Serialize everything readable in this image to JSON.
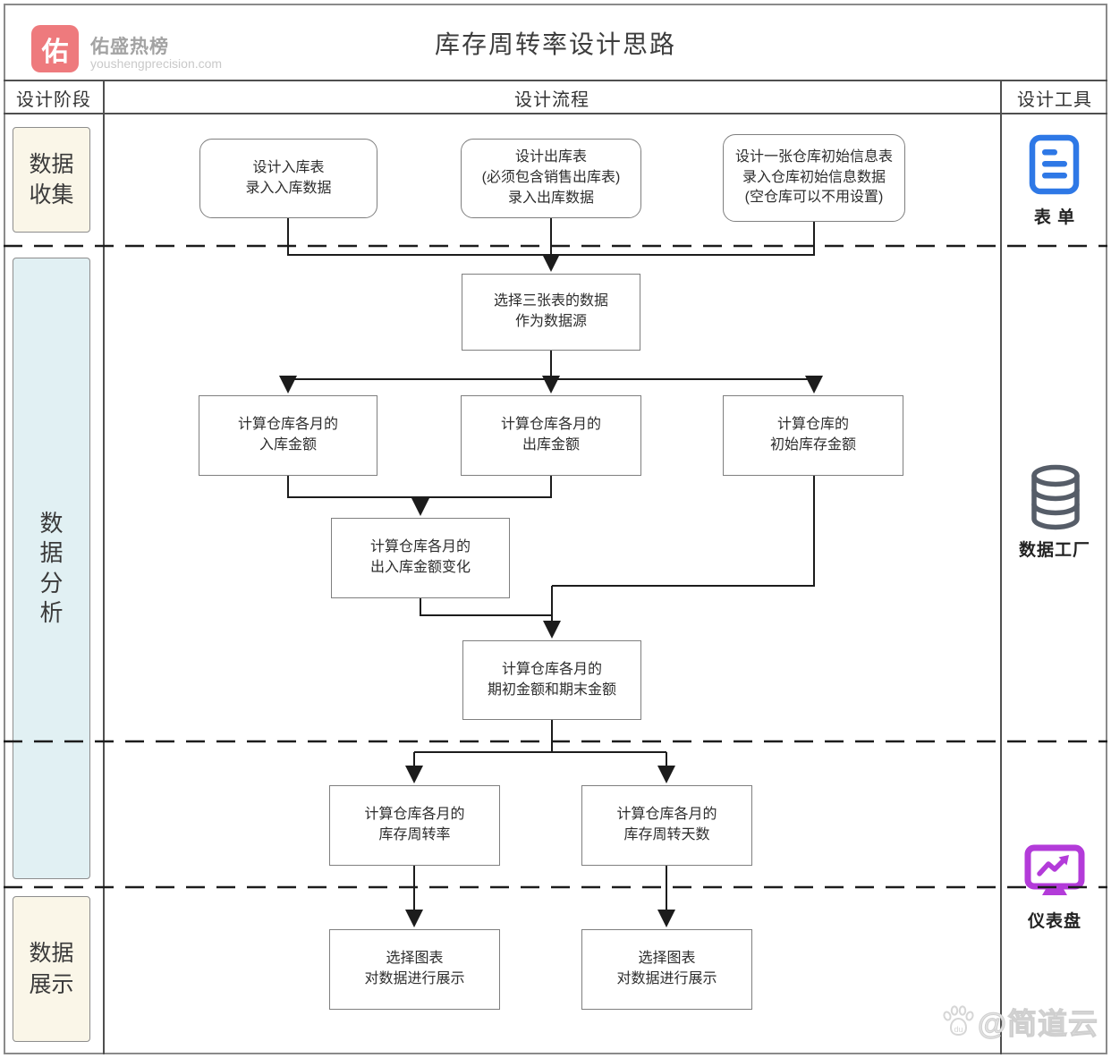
{
  "header": {
    "logo_char": "佑",
    "brand": "佑盛热榜",
    "brand_url": "youshengprecision.com",
    "title": "库存周转率设计思路"
  },
  "table": {
    "phase_col": "设计阶段",
    "flow_col": "设计流程",
    "tool_col": "设计工具"
  },
  "phases": [
    {
      "label": "数据\n收集"
    },
    {
      "label": "数\n据\n分\n析"
    },
    {
      "label": "数据\n展示"
    }
  ],
  "tools": [
    {
      "label": "表 单",
      "icon": "form-icon",
      "color": "#2e78e6"
    },
    {
      "label": "数据工厂",
      "icon": "database-icon",
      "color": "#565d68"
    },
    {
      "label": "仪表盘",
      "icon": "dashboard-icon",
      "color": "#b33bd9"
    }
  ],
  "flow": {
    "boxes": [
      {
        "id": "in-table",
        "text": "设计入库表\n录入入库数据"
      },
      {
        "id": "out-table",
        "text": "设计出库表\n(必须包含销售出库表)\n录入出库数据"
      },
      {
        "id": "init-table",
        "text": "设计一张仓库初始信息表\n录入仓库初始信息数据\n(空仓库可以不用设置)"
      },
      {
        "id": "datasource",
        "text": "选择三张表的数据\n作为数据源"
      },
      {
        "id": "in-amount",
        "text": "计算仓库各月的\n入库金额"
      },
      {
        "id": "out-amount",
        "text": "计算仓库各月的\n出库金额"
      },
      {
        "id": "init-amount",
        "text": "计算仓库的\n初始库存金额"
      },
      {
        "id": "amount-change",
        "text": "计算仓库各月的\n出入库金额变化"
      },
      {
        "id": "period-amount",
        "text": "计算仓库各月的\n期初金额和期末金额"
      },
      {
        "id": "turnover-rate",
        "text": "计算仓库各月的\n库存周转率"
      },
      {
        "id": "turnover-days",
        "text": "计算仓库各月的\n库存周转天数"
      },
      {
        "id": "chart-display-1",
        "text": "选择图表\n对数据进行展示"
      },
      {
        "id": "chart-display-2",
        "text": "选择图表\n对数据进行展示"
      }
    ]
  },
  "watermark": {
    "badge": "du",
    "text": "@简道云"
  }
}
